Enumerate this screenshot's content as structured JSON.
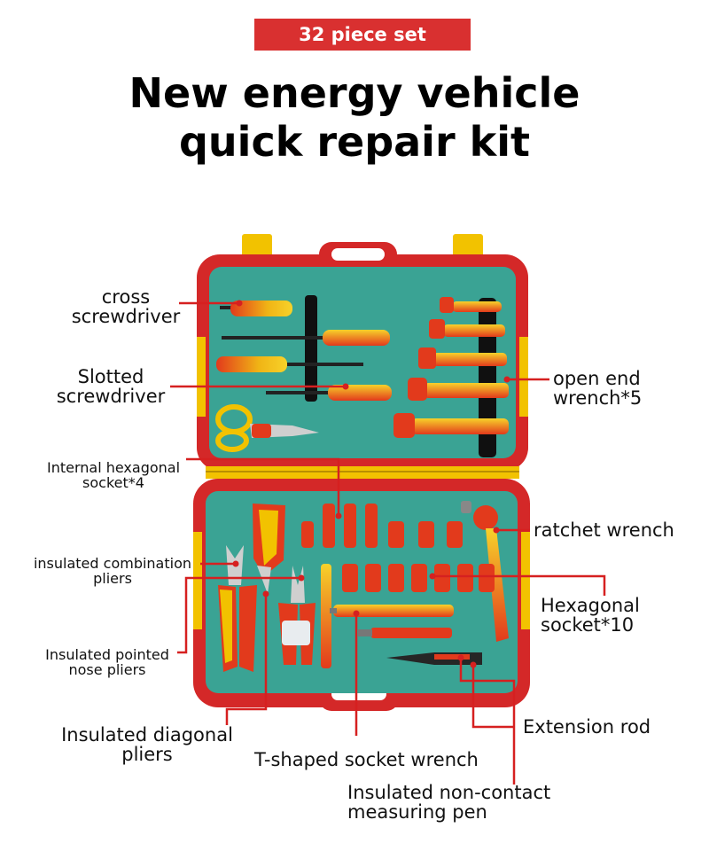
{
  "badge": "32 piece set",
  "title": {
    "line1": "New energy vehicle",
    "line2": "quick repair kit"
  },
  "labels": {
    "cross_screwdriver": {
      "line1": "cross",
      "line2": "screwdriver"
    },
    "slotted_screwdriver": {
      "line1": "Slotted",
      "line2": "screwdriver"
    },
    "open_end_wrench": {
      "line1": "open end",
      "line2": "wrench*5"
    },
    "internal_hex_socket": {
      "line1": "Internal hexagonal",
      "line2": "socket*4"
    },
    "ratchet_wrench": "ratchet wrench",
    "combination_pliers": {
      "line1": "insulated combination",
      "line2": "pliers"
    },
    "hexagonal_socket": {
      "line1": "Hexagonal",
      "line2": "socket*10"
    },
    "pointed_nose_pliers": {
      "line1": "Insulated pointed",
      "line2": "nose pliers"
    },
    "diagonal_pliers": {
      "line1": "Insulated diagonal",
      "line2": "pliers"
    },
    "extension_rod": "Extension rod",
    "t_socket_wrench": "T-shaped socket wrench",
    "measuring_pen": {
      "line1": "Insulated non-contact",
      "line2": "measuring pen"
    }
  },
  "colors": {
    "badge_red": "#d93030",
    "case_red": "#d42828",
    "tray_green": "#3aa394",
    "tool_yellow": "#f2c200",
    "leader_red": "#d62020"
  }
}
